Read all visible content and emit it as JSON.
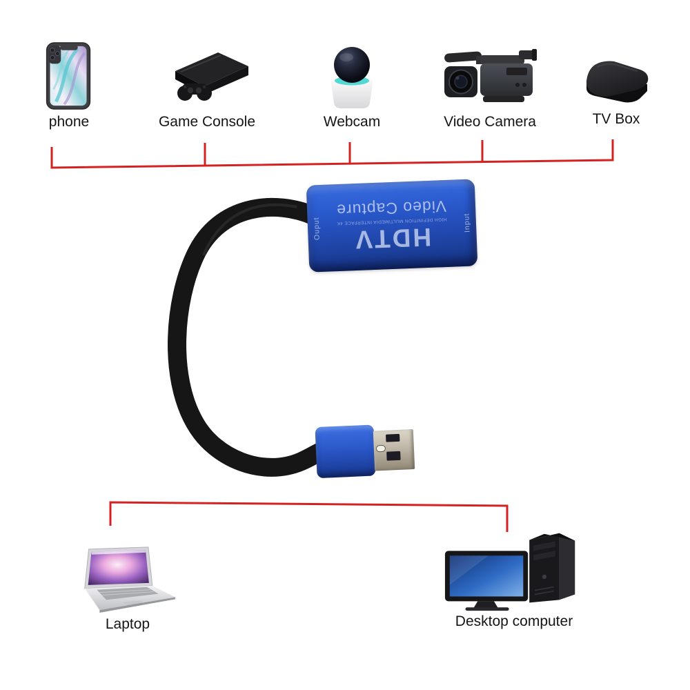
{
  "page": {
    "background": "#ffffff"
  },
  "sources": {
    "items": [
      {
        "label": "phone",
        "icon": "phone-icon"
      },
      {
        "label": "Game Console",
        "icon": "game-console-icon"
      },
      {
        "label": "Webcam",
        "icon": "webcam-icon"
      },
      {
        "label": "Video Camera",
        "icon": "video-camera-icon"
      },
      {
        "label": "TV Box",
        "icon": "tv-box-icon"
      }
    ]
  },
  "device": {
    "brand": "HDTV",
    "subtitle": "HIGH DEFINITION MULTIMEDIA INTERFACE 4K",
    "product": "Video Capture",
    "port_left": "Ouput",
    "port_right": "Input"
  },
  "outputs": {
    "items": [
      {
        "label": "Laptop",
        "icon": "laptop-icon"
      },
      {
        "label": "Desktop computer",
        "icon": "desktop-computer-icon"
      }
    ]
  },
  "colors": {
    "connector_line_red": "#d42222",
    "device_blue": "#2a5ace",
    "usb_metal": "#b3ab9b",
    "cable_black": "#161616"
  }
}
